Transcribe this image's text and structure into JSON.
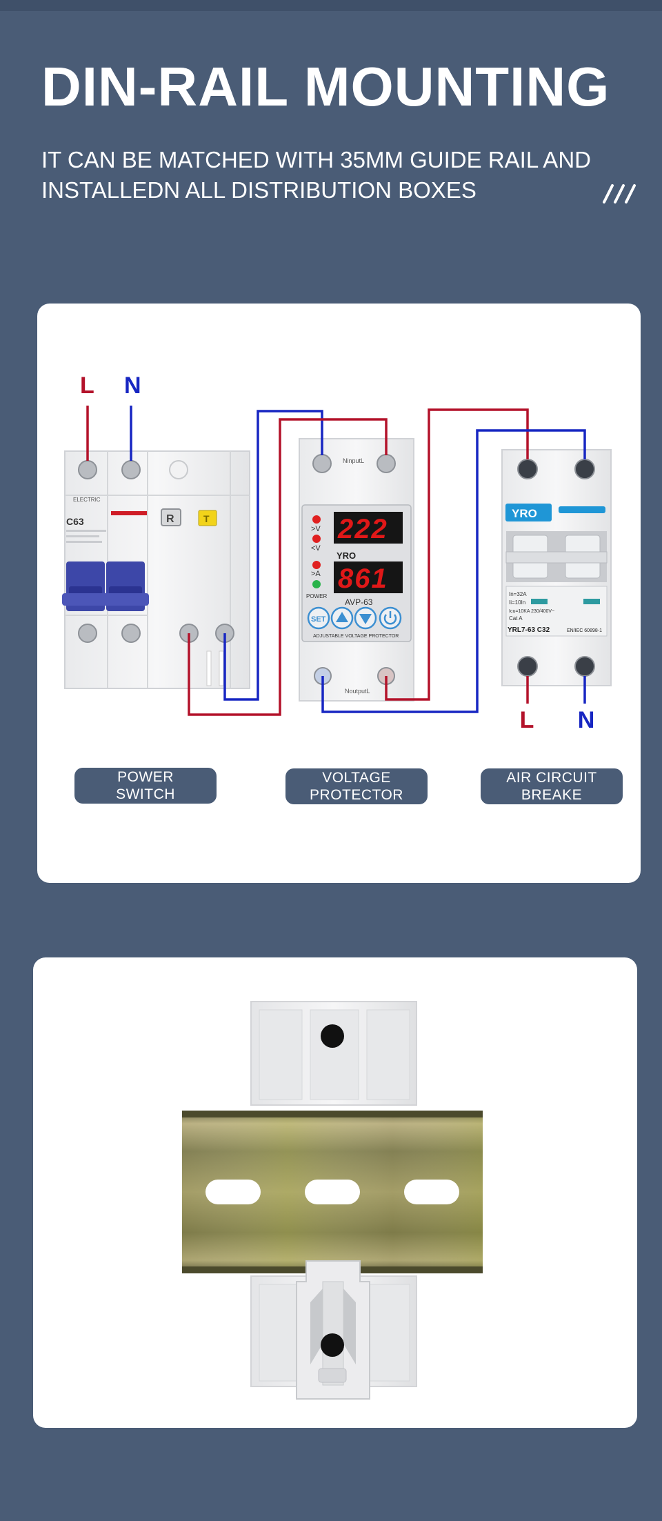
{
  "header": {
    "title": "DIN-RAIL MOUNTING",
    "subtitle_line1": "IT CAN BE MATCHED WITH 35MM GUIDE RAIL AND",
    "subtitle_line2": "INSTALLEDN ALL DISTRIBUTION BOXES"
  },
  "wiring": {
    "terminal_L_top": "L",
    "terminal_N_top": "N",
    "terminal_L_bottom": "L",
    "terminal_N_bottom": "N",
    "wire_colors": {
      "live": "#b3122a",
      "neutral": "#1726c2"
    }
  },
  "devices": {
    "power_switch": {
      "brand_text": "ELECTRIC",
      "model_text": "C63",
      "button_r": "R",
      "button_t": "T",
      "label_line1": "POWER",
      "label_line2": "SWITCH"
    },
    "voltage_protector": {
      "input_text": "NinputL",
      "output_text": "NoutputL",
      "display_top": "222",
      "display_bottom": "861",
      "indicator_gt_v": ">V",
      "indicator_lt_v": "<V",
      "indicator_gt_a": ">A",
      "power_text": "POWER",
      "brand": "YRO",
      "model": "AVP-63",
      "set_button": "SET",
      "footer": "ADJUSTABLE VOLTAGE PROTECTOR",
      "label_line1": "VOLTAGE",
      "label_line2": "PROTECTOR"
    },
    "air_circuit_breaker": {
      "brand": "YRO",
      "spec1": "In=32A",
      "spec2": "Ii=10In",
      "spec3": "Icu=10KA 230/400V~",
      "spec4": "Cat A",
      "model": "YRL7-63 C32",
      "standard": "EN/IEC 60898-1",
      "label_line1": "AIR CIRCUIT",
      "label_line2": "BREAKE"
    }
  }
}
